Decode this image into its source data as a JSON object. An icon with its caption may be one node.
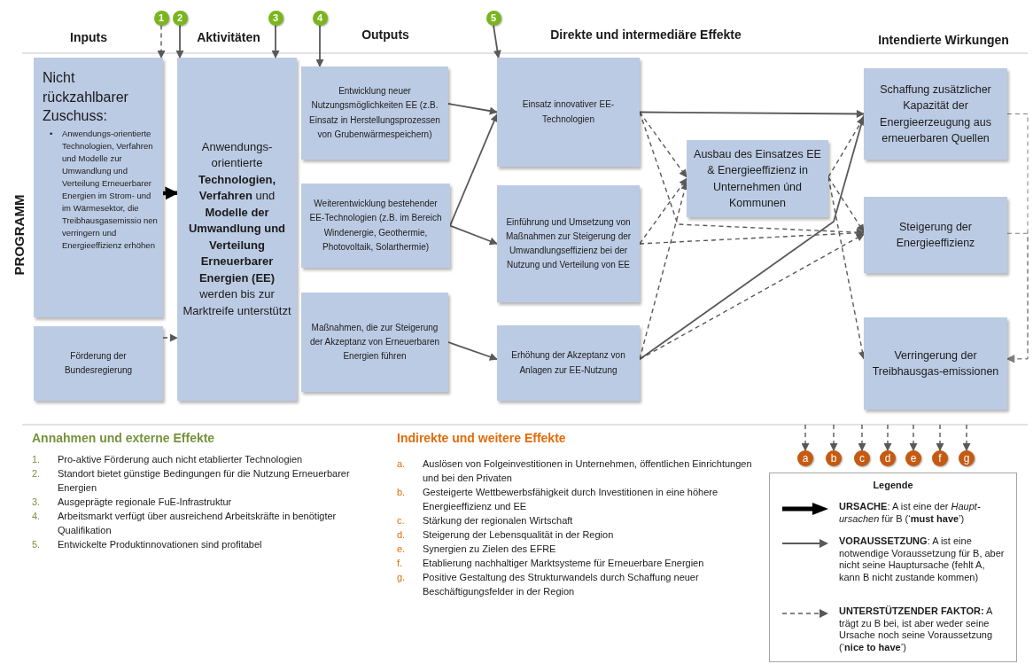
{
  "diagram": {
    "nodes": [
      {
        "text": [
          "Nicht rückzahlbarer Zuschuss:",
          "•",
          "Anwendungs-orientierte Technologien, Verfahren und Modelle zur Umwandlung und Verteilung Erneuerbarer Energien im Strom- und im Wärmesektor, die Treibhausgasemissio nen verringern und Energieeffizienz erhöhen"
        ]
      },
      {
        "text": [
          "Förderung der Bundesregierung"
        ]
      },
      {
        "text": [
          "Anwendungs-orientierte **Technologien, Verfahren** und **Modelle der Umwandlung und Verteilung Erneuerbarer Energien (EE)** werden bis zur Marktreife unterstützt"
        ]
      },
      {
        "text": [
          "Entwicklung neuer Nutzungsmöglichkeiten EE (z.B. Einsatz in Herstellungsprozessen von Grubenwärmespeichern)"
        ]
      },
      {
        "text": [
          "Weiterentwicklung bestehender EE-Technologien (z.B. im Bereich Windenergie, Geothermie, Photovoltaik, Solarthermie)"
        ]
      },
      {
        "text": [
          "Maßnahmen, die zur Steigerung der Akzeptanz von Erneuerbaren Energien führen"
        ]
      },
      {
        "text": [
          "Einsatz innovativer EE-Technologien"
        ]
      },
      {
        "text": [
          "Einführung und Umsetzung von Maßnahmen zur Steigerung der Umwandlungseffizienz bei der Nutzung und Verteilung von EE"
        ]
      },
      {
        "text": [
          "Erhöhung der Akzeptanz von Anlagen zur EE-Nutzung"
        ]
      },
      {
        "text": [
          "Ausbau des Einsatzes EE & Energieeffizienz in Unternehmen únd Kommunen"
        ]
      },
      {
        "text": [
          "Schaffung zusätzlicher Kapazität der Energieerzeugung aus erneuerbaren Quellen"
        ]
      },
      {
        "text": [
          "Steigerung der Energieeffizienz"
        ]
      },
      {
        "text": [
          "Verringerung der Treibhausgas-emissionen"
        ]
      },
      {
        "text": [
          "1"
        ]
      },
      {
        "text": [
          "2"
        ]
      },
      {
        "text": [
          "3"
        ]
      },
      {
        "text": [
          "4"
        ]
      },
      {
        "text": [
          "5"
        ]
      },
      {
        "text": [
          "a"
        ]
      },
      {
        "text": [
          "b"
        ]
      },
      {
        "text": [
          "c"
        ]
      },
      {
        "text": [
          "d"
        ]
      },
      {
        "text": [
          "e"
        ]
      },
      {
        "text": [
          "f"
        ]
      },
      {
        "text": [
          "g"
        ]
      }
    ],
    "edges": [
      {
        "from": 0,
        "to": 2,
        "arrow": "to",
        "style": "thick",
        "color": "#000000"
      },
      {
        "from": 1,
        "to": 2,
        "arrow": "to",
        "style": "dashed"
      },
      {
        "from": 3,
        "to": 6,
        "arrow": "to"
      },
      {
        "from": 4,
        "to": 6,
        "arrow": "to"
      },
      {
        "from": 4,
        "to": 7,
        "arrow": "to"
      },
      {
        "from": 5,
        "to": 8,
        "arrow": "to"
      },
      {
        "from": 6,
        "to": 10,
        "arrow": "to"
      },
      {
        "from": 6,
        "to": 9,
        "arrow": "to",
        "style": "dashed"
      },
      {
        "from": 6,
        "to": 11,
        "arrow": "to",
        "style": "dashed"
      },
      {
        "from": 7,
        "to": 9,
        "arrow": "to",
        "style": "dashed"
      },
      {
        "from": 7,
        "to": 11,
        "arrow": "to",
        "style": "dashed"
      },
      {
        "from": 8,
        "to": 9,
        "arrow": "to",
        "style": "dashed"
      },
      {
        "from": 8,
        "to": 10,
        "arrow": "to"
      },
      {
        "from": 8,
        "to": 11,
        "arrow": "to",
        "style": "dashed"
      },
      {
        "from": 9,
        "to": 10,
        "arrow": "to",
        "style": "dashed"
      },
      {
        "from": 9,
        "to": 11,
        "arrow": "to",
        "style": "dashed"
      },
      {
        "from": 9,
        "to": 12,
        "arrow": "to",
        "style": "dashed"
      },
      {
        "from": 10,
        "to": 12,
        "arrow": "to",
        "style": "dashed",
        "color": "#7f7f7f"
      },
      {
        "from": 11,
        "to": 12,
        "arrow": "to",
        "style": "dashed",
        "color": "#7f7f7f"
      },
      {
        "from": 13,
        "to": 0,
        "arrow": "to",
        "style": "dashed"
      },
      {
        "from": 14,
        "to": 2,
        "arrow": "to"
      },
      {
        "from": 15,
        "to": 2,
        "arrow": "to"
      },
      {
        "from": 16,
        "to": 3,
        "arrow": "to"
      },
      {
        "from": 17,
        "to": 6,
        "arrow": "to"
      },
      {
        "from": null,
        "to": 18,
        "arrow": "to",
        "style": "dashed"
      },
      {
        "from": null,
        "to": 19,
        "arrow": "to",
        "style": "dashed"
      },
      {
        "from": null,
        "to": 20,
        "arrow": "to",
        "style": "dashed"
      },
      {
        "from": null,
        "to": 21,
        "arrow": "to",
        "style": "dashed"
      },
      {
        "from": null,
        "to": 22,
        "arrow": "to",
        "style": "dashed"
      },
      {
        "from": null,
        "to": 23,
        "arrow": "to",
        "style": "dashed"
      },
      {
        "from": null,
        "to": 24,
        "arrow": "to",
        "style": "dashed"
      }
    ],
    "labels": [
      "Inputs",
      "Aktivitäten",
      "Outputs",
      "Direkte und intermediäre Effekte",
      "Intendierte Wirkungen",
      "PROGRAMM",
      "Annahmen und externe Effekte",
      "1.",
      "Pro-aktive Förderung auch nicht etablierter Technologien",
      "2.",
      "Standort bietet günstige Bedingungen für die Nutzung Erneuerbarer Energien",
      "3.",
      "Ausgeprägte regionale FuE-Infrastruktur",
      "4.",
      "Arbeitsmarkt verfügt über ausreichend Arbeitskräfte in benötigter Qualifikation",
      "5.",
      "Entwickelte Produktinnovationen sind profitabel",
      "Indirekte und weitere Effekte",
      "a.",
      "Auslösen von Folgeinvestitionen in Unternehmen, öffentlichen Einrichtungen und bei den Privaten",
      "b.",
      "Gesteigerte Wettbewerbsfähigkeit durch Investitionen in eine höhere Energieeffizienz und EE",
      "c.",
      "Stärkung der regionalen Wirtschaft",
      "d.",
      "Steigerung der Lebensqualität in der Region",
      "e.",
      "Synergien zu Zielen des EFRE",
      "f.",
      "Etablierung nachhaltiger Marktsysteme für Erneuerbare Energien",
      "g.",
      "Positive Gestaltung des Strukturwandels durch Schaffung neuer Beschäftigungsfelder in der Region",
      "Legende"
    ],
    "legend": [
      {
        "text": "**URSACHE**: A ist eine der *Haupt-ursachen* für B (‘**must have**’)"
      },
      {
        "text": "**VORAUSSETZUNG**: A ist eine notwendige Voraussetzung für B, aber nicht seine Hauptursache (fehlt A, kann B nicht zustande kommen)"
      },
      {
        "text": "**UNTERSTÜTZENDER FAKTOR:** A trägt zu B bei, ist aber weder seine Ursache noch seine Voraussetzung (‘**nice to have**’)"
      }
    ]
  }
}
